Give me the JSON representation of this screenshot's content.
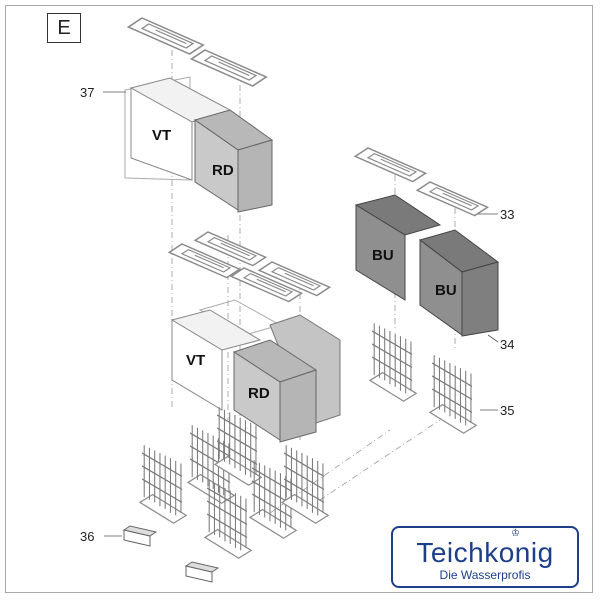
{
  "diagram": {
    "section_letter": "E",
    "callouts": {
      "c37": "37",
      "c33": "33",
      "c34": "34",
      "c35": "35",
      "c36": "36"
    },
    "box_labels": {
      "vt_top": "VT",
      "rd_top": "RD",
      "bu_back": "BU",
      "bu_front": "BU",
      "vt_mid": "VT",
      "rd_mid": "RD"
    },
    "colors": {
      "vt_fill": "#ffffff",
      "rd_fill": "#c9c9c9",
      "bu_fill": "#8f8f8f",
      "line": "#888888"
    }
  },
  "logo": {
    "brand": "Teichkonig",
    "tagline": "Die Wasserprofis",
    "color": "#1d3f8a"
  }
}
